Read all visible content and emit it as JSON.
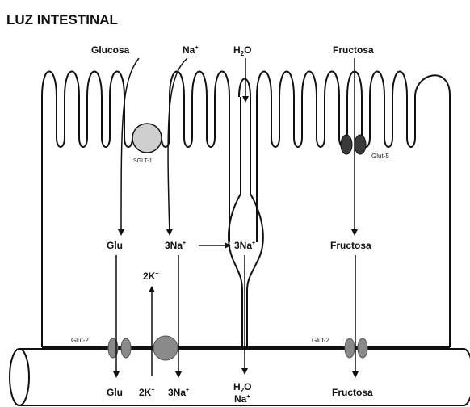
{
  "title": "LUZ INTESTINAL",
  "labels": {
    "glucosa": "Glucosa",
    "na_top": "Na",
    "h2o_top": "H",
    "h2o_top_sub": "2",
    "h2o_top_end": "O",
    "fructosa_top": "Fructosa",
    "sglt1": "SGLT-1",
    "glut5": "Glut-5",
    "glu_mid": "Glu",
    "na3_mid": "3Na",
    "na3_para": "3Na",
    "fructosa_mid": "Fructosa",
    "k2_mid": "2K",
    "glut2_left": "Glut-2",
    "glut2_right": "Glut-2",
    "glu_bottom": "Glu",
    "k2_bottom": "2K",
    "na3_bottom": "3Na",
    "h2o_bottom": "H",
    "h2o_bottom_sub": "2",
    "h2o_bottom_end": "O",
    "na_bottom": "Na",
    "fructosa_bottom": "Fructosa",
    "plus": "+"
  },
  "colors": {
    "sglt1": "#cfcfcf",
    "glut5": "#3a3a3a",
    "glut2": "#8a8a8a",
    "pump": "#8a8a8a",
    "line": "#111111"
  }
}
